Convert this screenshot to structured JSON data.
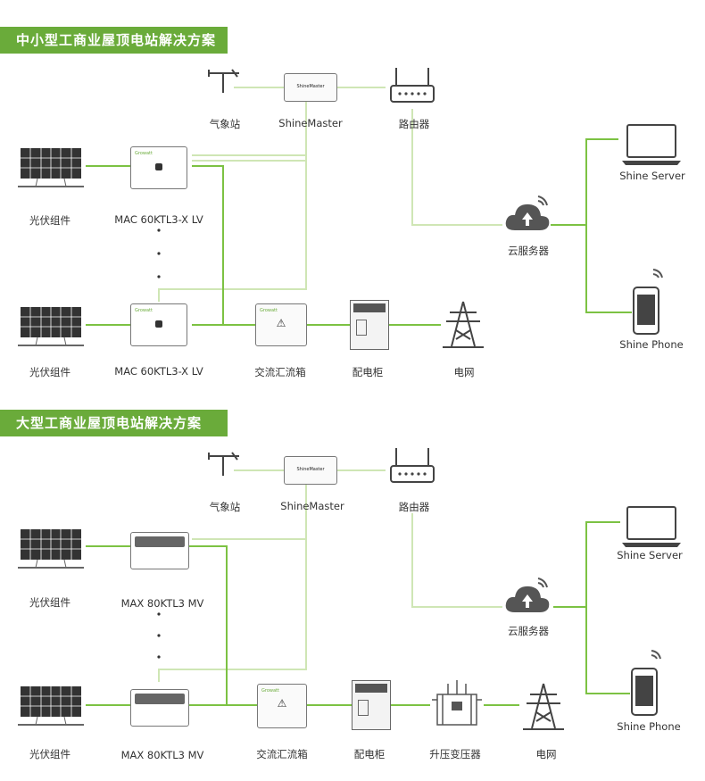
{
  "section1": {
    "title": "中小型工商业屋顶电站解决方案",
    "labels": {
      "weather": "气象站",
      "shinemaster": "ShineMaster",
      "router": "路由器",
      "pv1": "光伏组件",
      "inv1": "MAC 60KTL3-X  LV",
      "pv2": "光伏组件",
      "inv2": "MAC 60KTL3-X  LV",
      "combiner": "交流汇流箱",
      "cabinet": "配电柜",
      "grid": "电网",
      "cloud": "云服务器",
      "server": "Shine Server",
      "phone": "Shine Phone"
    }
  },
  "section2": {
    "title": "大型工商业屋顶电站解决方案",
    "labels": {
      "weather": "气象站",
      "shinemaster": "ShineMaster",
      "router": "路由器",
      "pv1": "光伏组件",
      "inv1": "MAX 80KTL3 MV",
      "pv2": "光伏组件",
      "inv2": "MAX 80KTL3 MV",
      "combiner": "交流汇流箱",
      "cabinet": "配电柜",
      "transformer": "升压变压器",
      "grid": "电网",
      "cloud": "云服务器",
      "server": "Shine Server",
      "phone": "Shine Phone"
    }
  },
  "device_text": {
    "shinemaster_badge": "ShineMaster",
    "brand": "Growatt"
  },
  "colors": {
    "banner": "#6aab3a",
    "power_line": "#7cc243",
    "data_line": "#cfe6b5",
    "device_outline": "#555555"
  }
}
